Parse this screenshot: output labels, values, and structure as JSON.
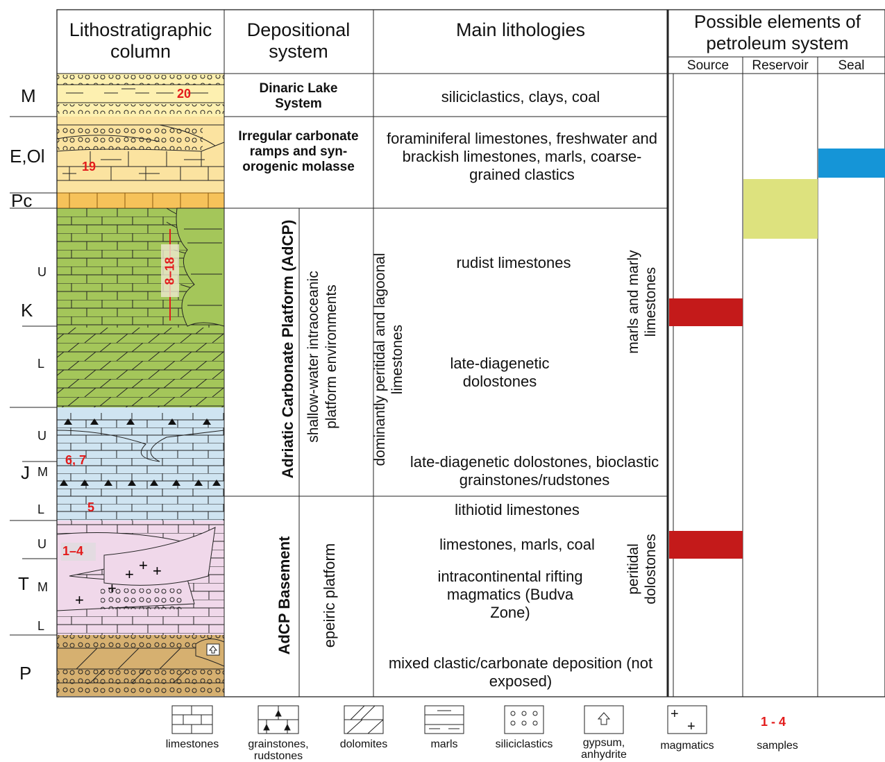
{
  "headers": {
    "litho": "Lithostratigraphic column",
    "depositional": "Depositional system",
    "main": "Main lithologies",
    "possible": "Possible elements of petroleum system",
    "source": "Source",
    "reservoir": "Reservoir",
    "seal": "Seal"
  },
  "ages": {
    "M": "M",
    "EOl": "E,Ol",
    "Pc": "Pc",
    "K": "K",
    "K_U": "U",
    "K_L": "L",
    "J": "J",
    "J_U": "U",
    "J_M": "M",
    "J_L": "L",
    "T": "T",
    "T_U": "U",
    "T_M": "M",
    "T_L": "L",
    "P": "P"
  },
  "depositional": {
    "dinaric": "Dinaric Lake System",
    "irregular": "Irregular carbonate ramps and syn-orogenic molasse",
    "adcp": "Adriatic Carbonate Platform (AdCP)",
    "shallow": "shallow-water intraoceanic platform environments",
    "basement": "AdCP Basement",
    "epeiric": "epeiric platform"
  },
  "lithologies": {
    "m": "siliciclastics, clays, coal",
    "eol": "foraminiferal limestones, freshwater and brackish limestones, marls, coarse-grained clastics",
    "rudist": "rudist limestones",
    "late_diag": "late-diagenetic dolostones",
    "late_diag2": "late-diagenetic dolostones, bioclastic grainstones/rudstones",
    "lithiotid": "lithiotid limestones",
    "lms_marls": "limestones, marls, coal",
    "intracont": "intracontinental rifting magmatics (Budva Zone)",
    "mixed": "mixed clastic/carbonate deposition (not exposed)",
    "dominantly": "dominantly peritidal and lagoonal limestones",
    "marls_marly": "marls and marly limestones",
    "peritidal": "peritidal dolostones"
  },
  "samples": {
    "s20": "20",
    "s19": "19",
    "s8_18": "8–18",
    "s6_7": "6, 7",
    "s5": "5",
    "s1_4": "1–4"
  },
  "legend": {
    "limestones": "limestones",
    "grainstones": "grainstones, rudstones",
    "dolomites": "dolomites",
    "marls": "marls",
    "siliciclastics": "siliciclastics",
    "gypsum": "gypsum, anhydrite",
    "magmatics": "magmatics",
    "samples_label": "samples",
    "samples_symbol": "1 - 4"
  },
  "colors": {
    "neogene": "#fdf0b0",
    "paleogene": "#fbe3a0",
    "paleocene": "#f6c25a",
    "cretaceous": "#a4c65a",
    "jurassic": "#cfe4f1",
    "triassic": "#f0d8ea",
    "permian": "#d6b070",
    "source": "#c41a1a",
    "reservoir": "#dde27e",
    "seal": "#1595d7",
    "sample": "#e31b1b"
  }
}
